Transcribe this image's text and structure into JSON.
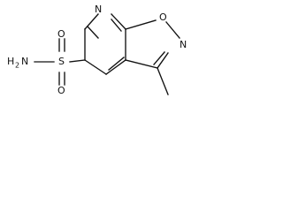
{
  "molecule": {
    "atoms": {
      "ring_nitrogen": "N",
      "ring_oxygen": "O",
      "isoxazole_nitrogen": "N",
      "sulfonyl_sulfur": "S",
      "sulfonyl_oxygen_top": "O",
      "sulfonyl_oxygen_bottom": "O",
      "amine_group": "H",
      "amine_subscript": "2",
      "amine_nitrogen": "N"
    }
  }
}
